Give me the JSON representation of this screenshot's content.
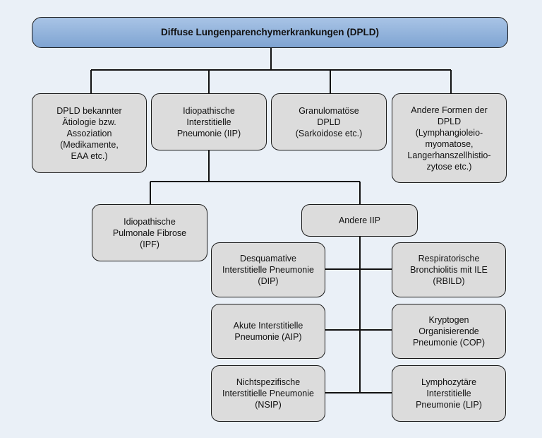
{
  "root": {
    "lines": [
      "Diffuse Lungenparenchymerkrankungen (DPLD)"
    ]
  },
  "level1": [
    {
      "lines": [
        "DPLD bekannter",
        "Ätiologie bzw.",
        "Assoziation",
        "(Medikamente,",
        "EAA etc.)"
      ]
    },
    {
      "lines": [
        "Idiopathische",
        "Interstitielle",
        "Pneumonie (IIP)"
      ]
    },
    {
      "lines": [
        "Granulomatöse",
        "DPLD",
        "(Sarkoidose etc.)"
      ]
    },
    {
      "lines": [
        "Andere Formen der",
        "DPLD",
        "(Lymphangioleio-",
        "myomatose,",
        "Langerhanszellhistio-",
        "zytose etc.)"
      ]
    }
  ],
  "ipf": {
    "lines": [
      "Idiopathische",
      "Pulmonale Fibrose",
      "(IPF)"
    ]
  },
  "andere_iip": {
    "lines": [
      "Andere IIP"
    ]
  },
  "left_column": [
    {
      "lines": [
        "Desquamative",
        "Interstitielle Pneumonie",
        "(DIP)"
      ]
    },
    {
      "lines": [
        "Akute Interstitielle",
        "Pneumonie (AIP)"
      ]
    },
    {
      "lines": [
        "Nichtspezifische",
        "Interstitielle Pneumonie",
        "(NSIP)"
      ]
    }
  ],
  "right_column": [
    {
      "lines": [
        "Respiratorische",
        "Bronchiolitis mit ILE",
        "(RBILD)"
      ]
    },
    {
      "lines": [
        "Kryptogen",
        "Organisierende",
        "Pneumonie (COP)"
      ]
    },
    {
      "lines": [
        "Lymphozytäre",
        "Interstitielle",
        "Pneumonie (LIP)"
      ]
    }
  ]
}
